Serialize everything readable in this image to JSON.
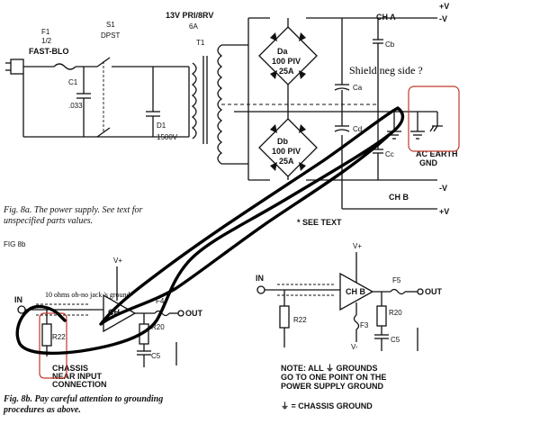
{
  "transformer": {
    "label_1": "13V PRI/8RV",
    "label_2": "6A",
    "ref": "T1"
  },
  "fuse_f1": {
    "ref": "F1",
    "label_2": "1/2",
    "label_3": "FAST-BLO"
  },
  "switch_s1": {
    "ref": "S1",
    "label_2": "DPST"
  },
  "capacitor_c1": {
    "ref": "C1",
    "label_2": ".033"
  },
  "diode_d1": {
    "ref": "D1",
    "label_2": "1500V"
  },
  "bridge_a": {
    "ref": "Da",
    "piv": "100 PIV",
    "amps": "25A"
  },
  "bridge_b": {
    "ref": "Db",
    "piv": "100 PIV",
    "amps": "25A"
  },
  "rails": {
    "ch_a": "CH A",
    "ch_b": "CH B",
    "plus_v": "+V",
    "minus_v": "-V",
    "minus_v2": "-V",
    "plus_v2": "+V"
  },
  "caps": {
    "ca": "Ca",
    "cb": "Cb",
    "cc": "Cc",
    "cd": "Cd"
  },
  "ac_earth": {
    "line1": "AC EARTH",
    "line2": "GND"
  },
  "see_text": "* SEE TEXT",
  "fig8a_caption": {
    "line1": "Fig. 8a. The power supply. See text for",
    "line2": "unspecified parts values."
  },
  "fig8b_label": "FIG 8b",
  "fig8b_caption": {
    "line1": "Fig. 8b. Pay careful attention to grounding",
    "line2": "procedures as above."
  },
  "annotations": {
    "shield_note": "Shield neg side ?",
    "resistor_note": "10 ohms oh-no jack 's ground"
  },
  "amp_left": {
    "in": "IN",
    "ch": "CH",
    "out": "OUT",
    "fuse": "F4",
    "r22": "R22",
    "r20": "R20",
    "c5": "C5",
    "vplus": "V+",
    "chassis_1": "CHASSIS",
    "chassis_2": "NEAR INPUT",
    "chassis_3": "CONNECTION"
  },
  "amp_right": {
    "in": "IN",
    "ch": "CH B",
    "out": "OUT",
    "f5": "F5",
    "f3": "F3",
    "r22": "R22",
    "r20": "R20",
    "c5": "C5",
    "vplus": "V+",
    "vminus": "V-"
  },
  "ground_note": {
    "line1": "NOTE: ALL ⏚ GROUNDS",
    "line2": "GO TO ONE POINT ON THE",
    "line3": "POWER SUPPLY GROUND",
    "line4": "⏚ = CHASSIS GROUND"
  },
  "colors": {
    "annotation_red": "#c0392b",
    "hand_stroke": "#000000"
  }
}
